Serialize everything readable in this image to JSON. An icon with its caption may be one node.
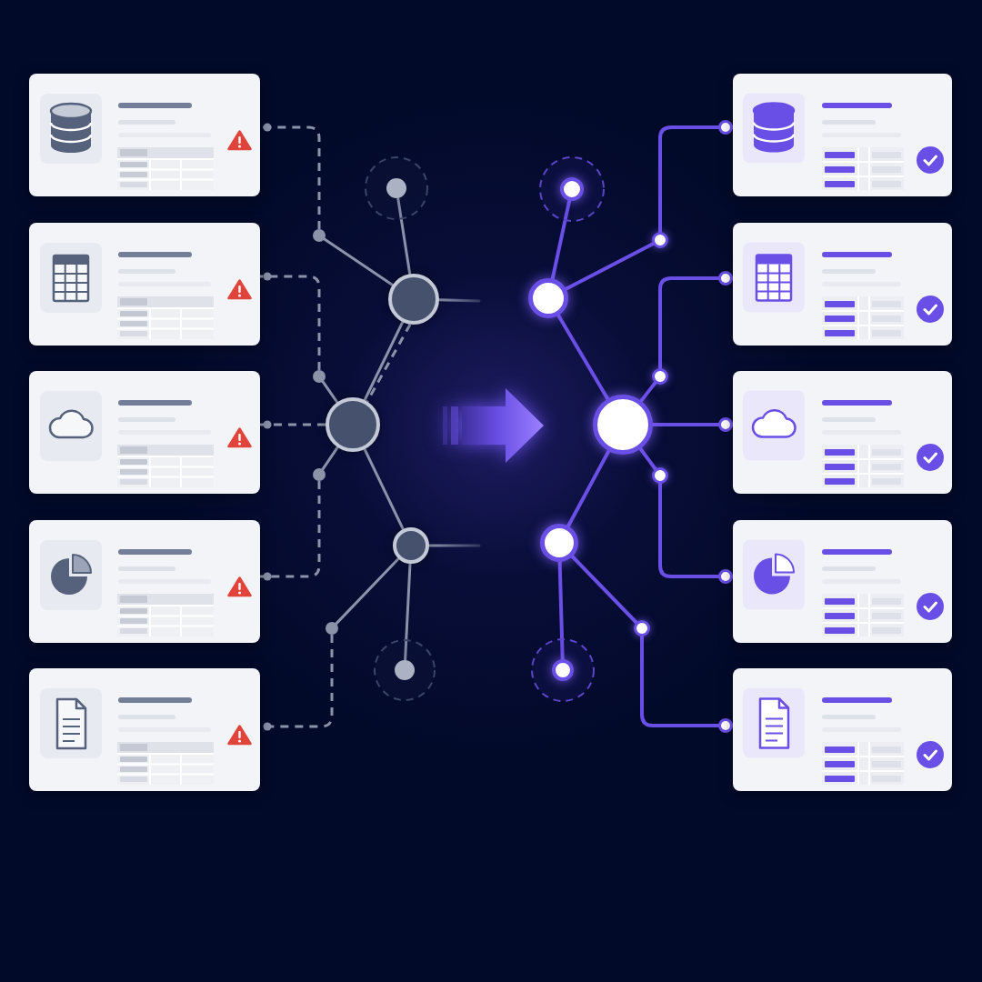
{
  "diagram": {
    "nodes": [
      {
        "text": [],
        "shape": "box"
      },
      {
        "text": [],
        "shape": "box"
      },
      {
        "text": [],
        "shape": "box"
      },
      {
        "text": [],
        "shape": "box"
      },
      {
        "text": [],
        "shape": "box"
      },
      {
        "text": [],
        "shape": "circle"
      },
      {
        "text": [],
        "shape": "circle"
      },
      {
        "text": [],
        "shape": "circle"
      },
      {
        "text": [],
        "shape": "circle"
      },
      {
        "text": [],
        "shape": "circle"
      },
      {
        "text": [],
        "shape": "circle"
      },
      {
        "text": [],
        "shape": "circle"
      },
      {
        "text": [],
        "shape": "circle"
      },
      {
        "text": [],
        "shape": "circle"
      },
      {
        "text": [],
        "shape": "circle"
      },
      {
        "text": [],
        "shape": "circle"
      },
      {
        "text": [],
        "shape": "circle"
      },
      {
        "text": [],
        "shape": "circle"
      },
      {
        "text": [],
        "shape": "circle"
      },
      {
        "text": [],
        "shape": "circle"
      },
      {
        "text": [],
        "shape": "circle"
      },
      {
        "text": [],
        "shape": "circle"
      },
      {
        "text": [],
        "shape": "circle"
      },
      {
        "text": [],
        "shape": "box"
      },
      {
        "text": [],
        "shape": "box"
      },
      {
        "text": [],
        "shape": "box"
      },
      {
        "text": [],
        "shape": "box"
      },
      {
        "text": [],
        "shape": "box"
      }
    ],
    "edges": [
      {
        "from": 5,
        "to": 0,
        "arrow": "other",
        "style": "dashed"
      },
      {
        "from": 5,
        "to": 10,
        "arrow": "none"
      },
      {
        "from": 6,
        "to": 1,
        "arrow": "other",
        "style": "dashed"
      },
      {
        "from": 6,
        "to": 11,
        "arrow": "none"
      },
      {
        "from": 11,
        "to": 2,
        "arrow": "other",
        "style": "dashed"
      },
      {
        "from": 7,
        "to": 3,
        "arrow": "other",
        "style": "dashed"
      },
      {
        "from": 7,
        "to": 11,
        "arrow": "none"
      },
      {
        "from": 8,
        "to": 4,
        "arrow": "other",
        "style": "dashed"
      },
      {
        "from": 8,
        "to": 12,
        "arrow": "none"
      },
      {
        "from": 9,
        "to": 10,
        "arrow": "none"
      },
      {
        "from": 10,
        "to": 11,
        "arrow": "none"
      },
      {
        "from": 10,
        "to": 11,
        "arrow": "none",
        "style": "dashed"
      },
      {
        "from": 11,
        "to": 12,
        "arrow": "none"
      },
      {
        "from": 12,
        "to": 13,
        "arrow": "none"
      },
      {
        "from": 10,
        "to": null,
        "arrow": "none"
      },
      {
        "from": 12,
        "to": null,
        "arrow": "none"
      },
      {
        "from": 14,
        "to": 15,
        "arrow": "none",
        "color": "#6a4fe6"
      },
      {
        "from": 15,
        "to": 19,
        "arrow": "none",
        "color": "#6a4fe6"
      },
      {
        "from": 19,
        "to": 23,
        "arrow": "other",
        "color": "#6a4fe6"
      },
      {
        "from": 15,
        "to": 16,
        "arrow": "none",
        "color": "#6a4fe6"
      },
      {
        "from": 16,
        "to": 20,
        "arrow": "none",
        "color": "#6a4fe6"
      },
      {
        "from": 20,
        "to": 24,
        "arrow": "other",
        "color": "#6a4fe6"
      },
      {
        "from": 16,
        "to": 25,
        "arrow": "other",
        "color": "#6a4fe6"
      },
      {
        "from": 16,
        "to": 21,
        "arrow": "none",
        "color": "#6a4fe6"
      },
      {
        "from": 21,
        "to": 26,
        "arrow": "other",
        "color": "#6a4fe6"
      },
      {
        "from": 16,
        "to": 17,
        "arrow": "none",
        "color": "#6a4fe6"
      },
      {
        "from": 17,
        "to": 18,
        "arrow": "none",
        "color": "#6a4fe6"
      },
      {
        "from": 17,
        "to": 22,
        "arrow": "none",
        "color": "#6a4fe6"
      },
      {
        "from": 22,
        "to": 27,
        "arrow": "other",
        "color": "#6a4fe6"
      }
    ]
  }
}
